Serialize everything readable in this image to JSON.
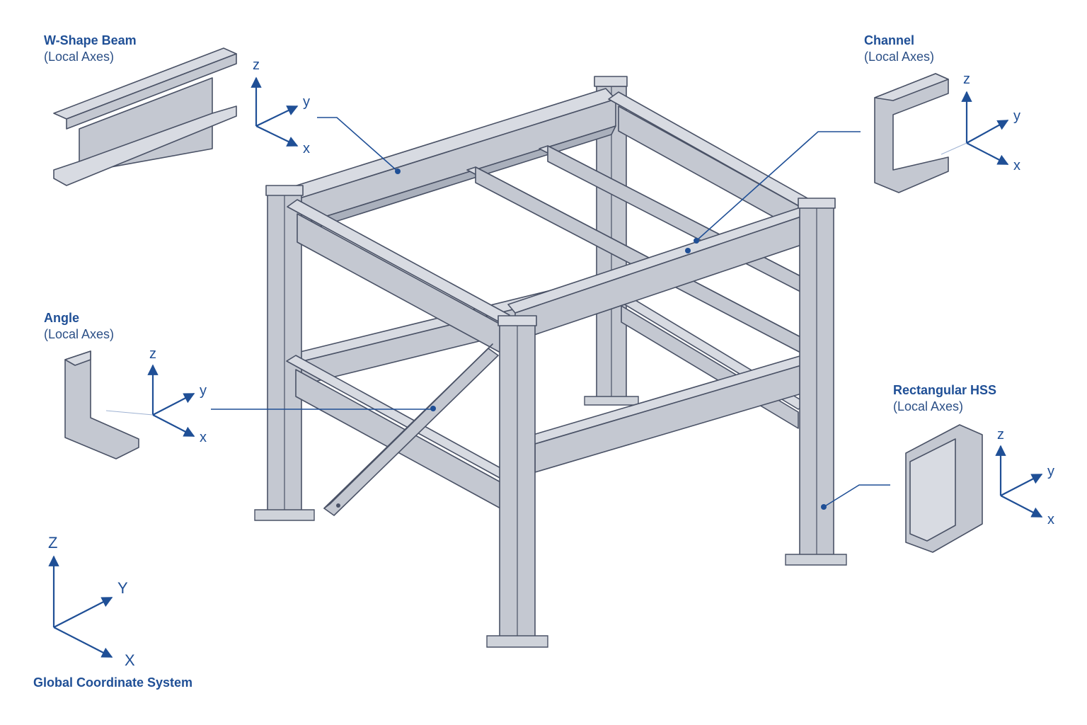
{
  "callouts": {
    "wshape": {
      "title": "W-Shape Beam",
      "subtitle": "(Local Axes)"
    },
    "channel": {
      "title": "Channel",
      "subtitle": "(Local Axes)"
    },
    "angle": {
      "title": "Angle",
      "subtitle": "(Local Axes)"
    },
    "hss": {
      "title": "Rectangular HSS",
      "subtitle": "(Local Axes)"
    }
  },
  "local_axes": {
    "z": "z",
    "y": "y",
    "x": "x"
  },
  "global_axes": {
    "z": "Z",
    "y": "Y",
    "x": "X",
    "title": "Global Coordinate System"
  },
  "colors": {
    "accent": "#1f4f96",
    "steel": "#c4c8d1",
    "outline": "#4a5266"
  }
}
